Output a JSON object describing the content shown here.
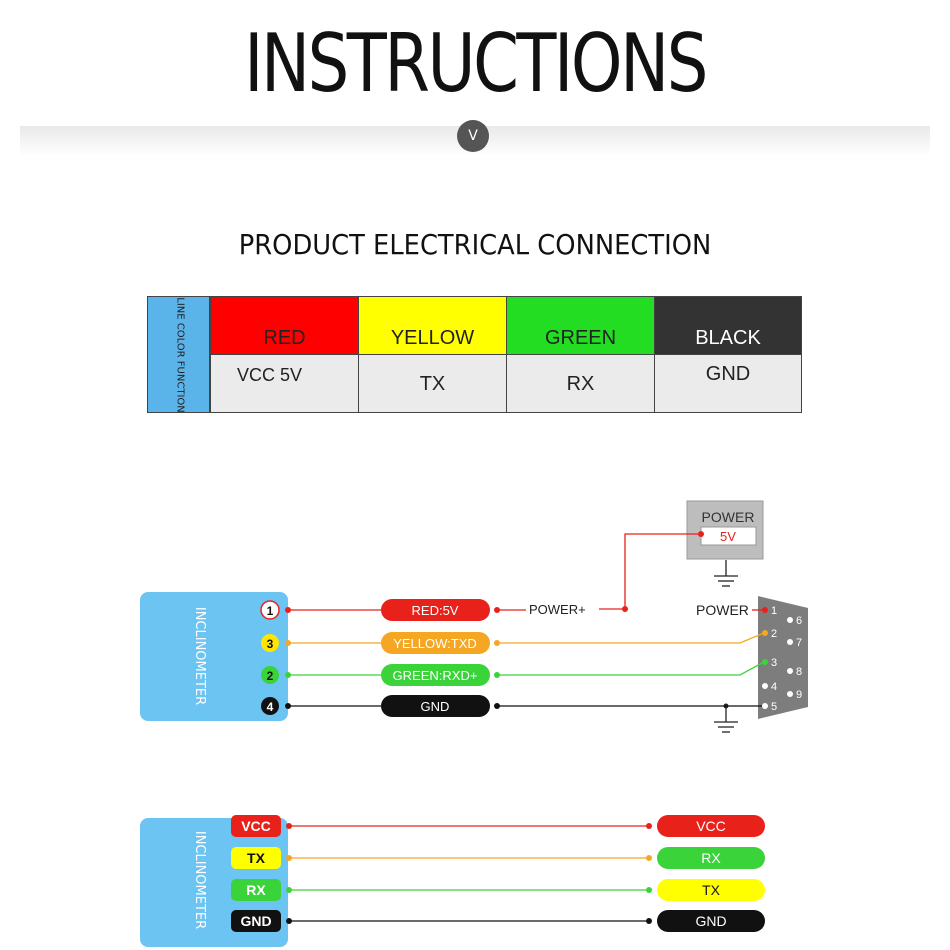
{
  "header": {
    "title": "INSTRUCTIONS",
    "badge_icon": "chevron-down-icon",
    "badge_text": "V"
  },
  "section_title": "PRODUCT ELECTRICAL CONNECTION",
  "color_table": {
    "row_header": "LINE COLOR FUNCTION",
    "columns": [
      {
        "color_name": "RED",
        "function": "VCC 5V",
        "swatch": "#ff0000",
        "text_color": "#222222"
      },
      {
        "color_name": "YELLOW",
        "function": "TX",
        "swatch": "#ffff00",
        "text_color": "#222222"
      },
      {
        "color_name": "GREEN",
        "function": "RX",
        "swatch": "#22dd22",
        "text_color": "#222222"
      },
      {
        "color_name": "BLACK",
        "function": "GND",
        "swatch": "#333333",
        "text_color": "#ffffff"
      }
    ]
  },
  "diagram1": {
    "device_label": "INCLINOMETER",
    "pins": [
      {
        "number": "1",
        "wire_label": "RED:5V",
        "color": "#e8211b"
      },
      {
        "number": "3",
        "wire_label": "YELLOW:TXD",
        "color": "#f5a623"
      },
      {
        "number": "2",
        "wire_label": "GREEN:RXD+",
        "color": "#3ad43a"
      },
      {
        "number": "4",
        "wire_label": "GND",
        "color": "#111111"
      }
    ],
    "power_plus_label": "POWER+",
    "power_supply": {
      "label": "POWER",
      "voltage": "5V"
    },
    "connector_label": "POWER",
    "connector_pins": [
      "1",
      "2",
      "3",
      "4",
      "5",
      "6",
      "7",
      "8",
      "9"
    ]
  },
  "diagram2": {
    "device_label": "INCLINOMETER",
    "rows": [
      {
        "left": "VCC",
        "right": "VCC",
        "left_color": "#e8211b",
        "right_color": "#e8211b",
        "line_color": "#e8211b"
      },
      {
        "left": "TX",
        "right": "RX",
        "left_color": "#ffff00",
        "right_color": "#3ad43a",
        "line_color": "#f5a623"
      },
      {
        "left": "RX",
        "right": "TX",
        "left_color": "#3ad43a",
        "right_color": "#ffff00",
        "line_color": "#3ad43a"
      },
      {
        "left": "GND",
        "right": "GND",
        "left_color": "#111111",
        "right_color": "#111111",
        "line_color": "#111111"
      }
    ]
  }
}
